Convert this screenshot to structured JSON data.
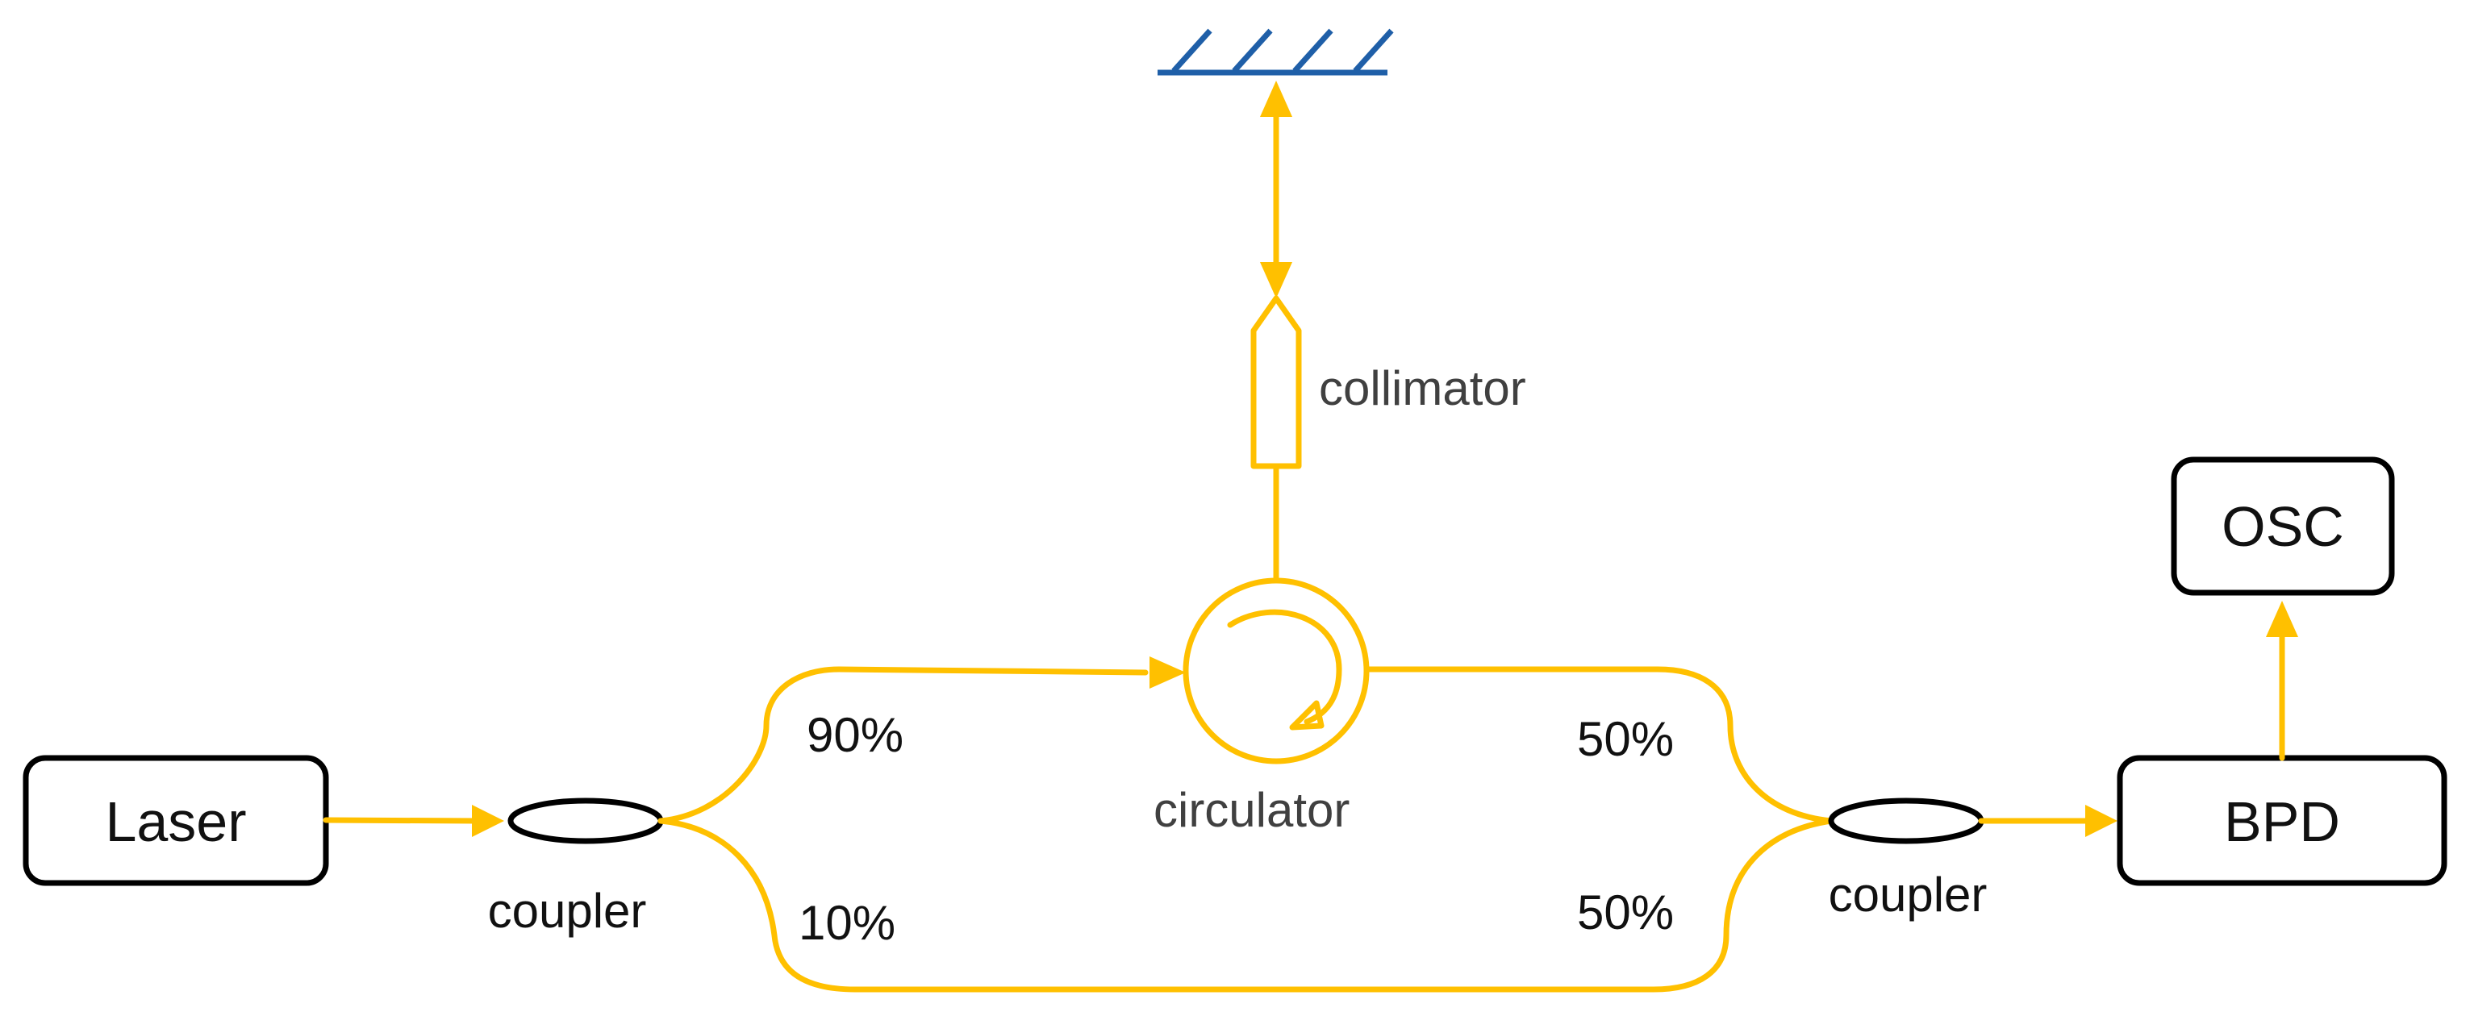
{
  "colors": {
    "fiber": "#FFC000",
    "mirror": "#1F5FA8",
    "box_stroke": "#000000",
    "text": "#111111",
    "component_label": "#404040"
  },
  "boxes": {
    "laser": "Laser",
    "bpd": "BPD",
    "osc": "OSC"
  },
  "labels": {
    "coupler_left": "coupler",
    "coupler_right": "coupler",
    "circulator": "circulator",
    "collimator": "collimator",
    "split_upper": "90%",
    "split_lower": "10%",
    "merge_upper": "50%",
    "merge_lower": "50%"
  },
  "icons": {
    "mirror": "mirror-icon",
    "circulator": "circulator-icon",
    "collimator": "collimator-icon",
    "coupler": "coupler-icon"
  }
}
